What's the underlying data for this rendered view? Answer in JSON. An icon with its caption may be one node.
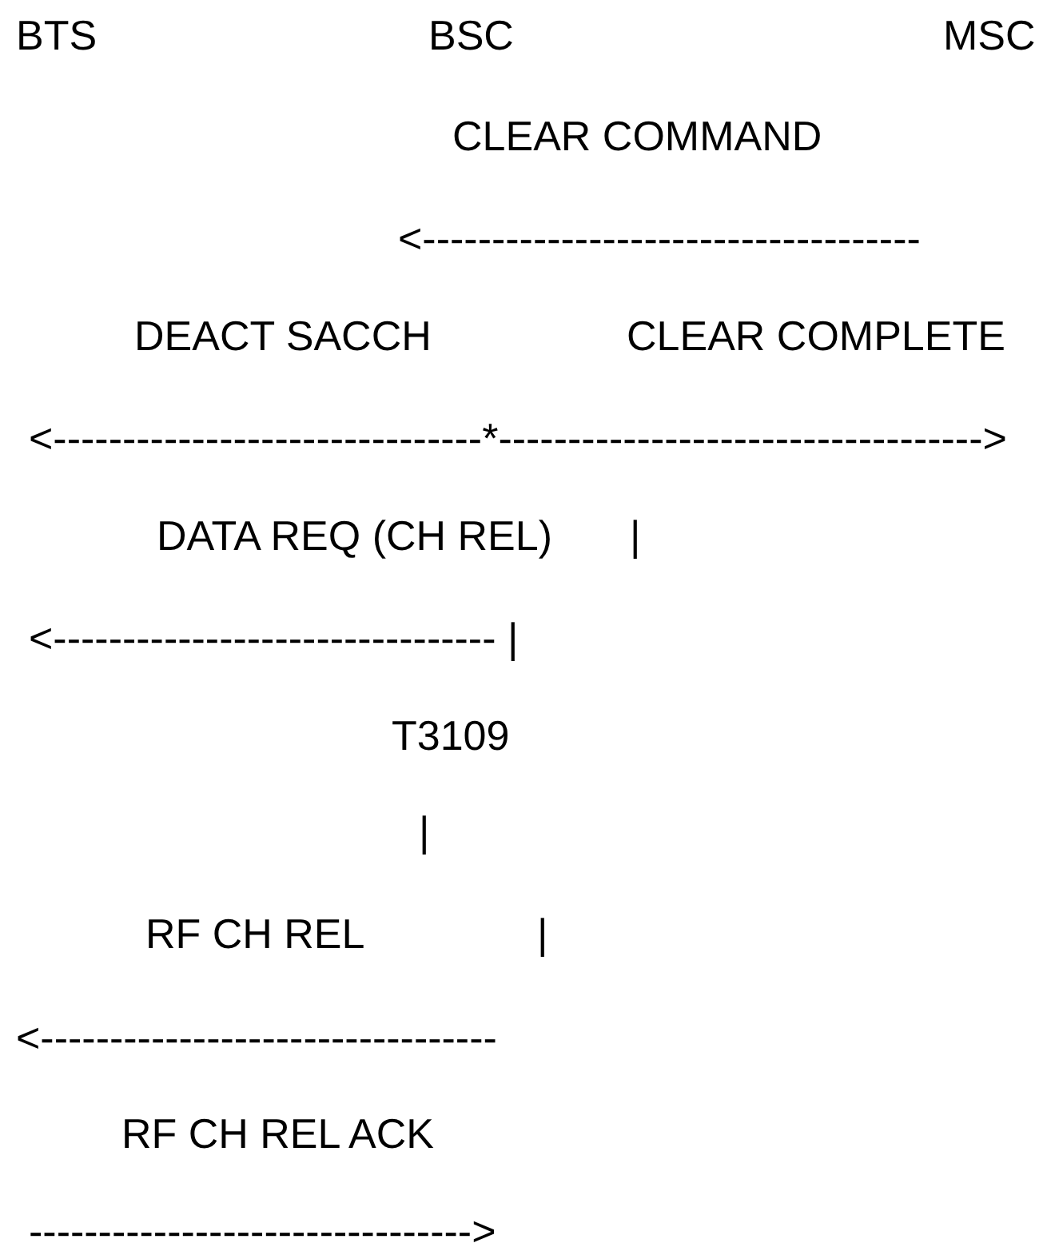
{
  "diagram": {
    "labels": [
      "BTS",
      "BSC",
      "MSC",
      "CLEAR COMMAND",
      "<------------------------------------",
      "DEACT SACCH",
      "CLEAR COMPLETE",
      "<-------------------------------*----------------------------------->",
      "DATA REQ (CH REL)",
      "|",
      "<-------------------------------- |",
      "T3109",
      "|",
      "RF CH REL",
      "|",
      "<---------------------------------",
      "RF CH REL ACK",
      "-------------------------------->"
    ]
  }
}
